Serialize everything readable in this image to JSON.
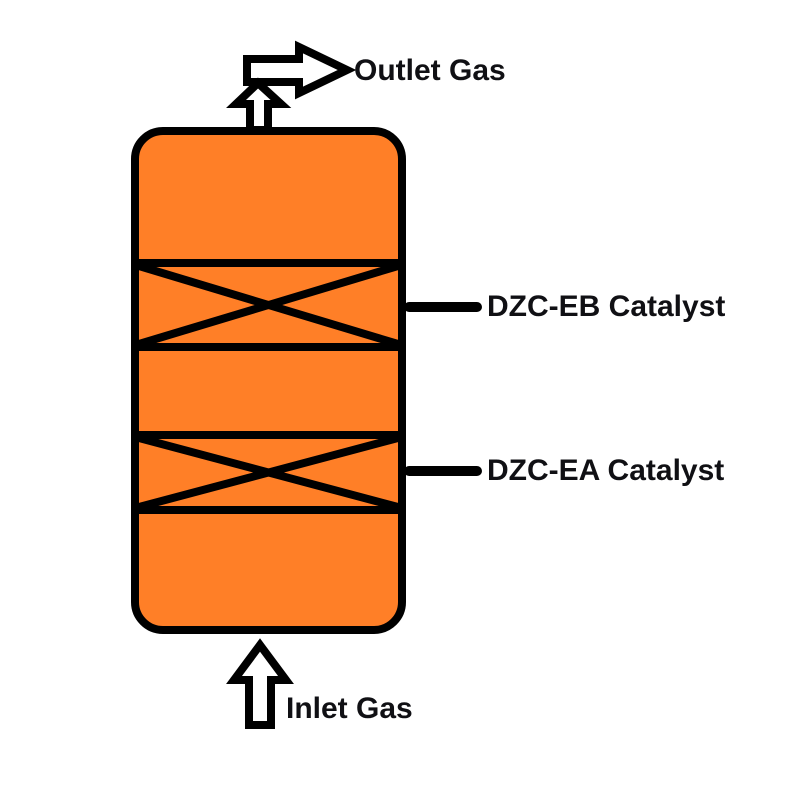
{
  "diagram": {
    "type": "process-flow-reactor",
    "labels": {
      "outlet_gas": "Outlet Gas",
      "inlet_gas": "Inlet Gas",
      "catalyst_bed_top": "DZC-EB Catalyst",
      "catalyst_bed_bottom": "DZC-EA Catalyst"
    },
    "colors": {
      "vessel_fill": "#FF7F27",
      "outline": "#000000",
      "arrow_fill": "#FFFFFF",
      "text": "#101014",
      "background": "#FFFFFF"
    }
  }
}
